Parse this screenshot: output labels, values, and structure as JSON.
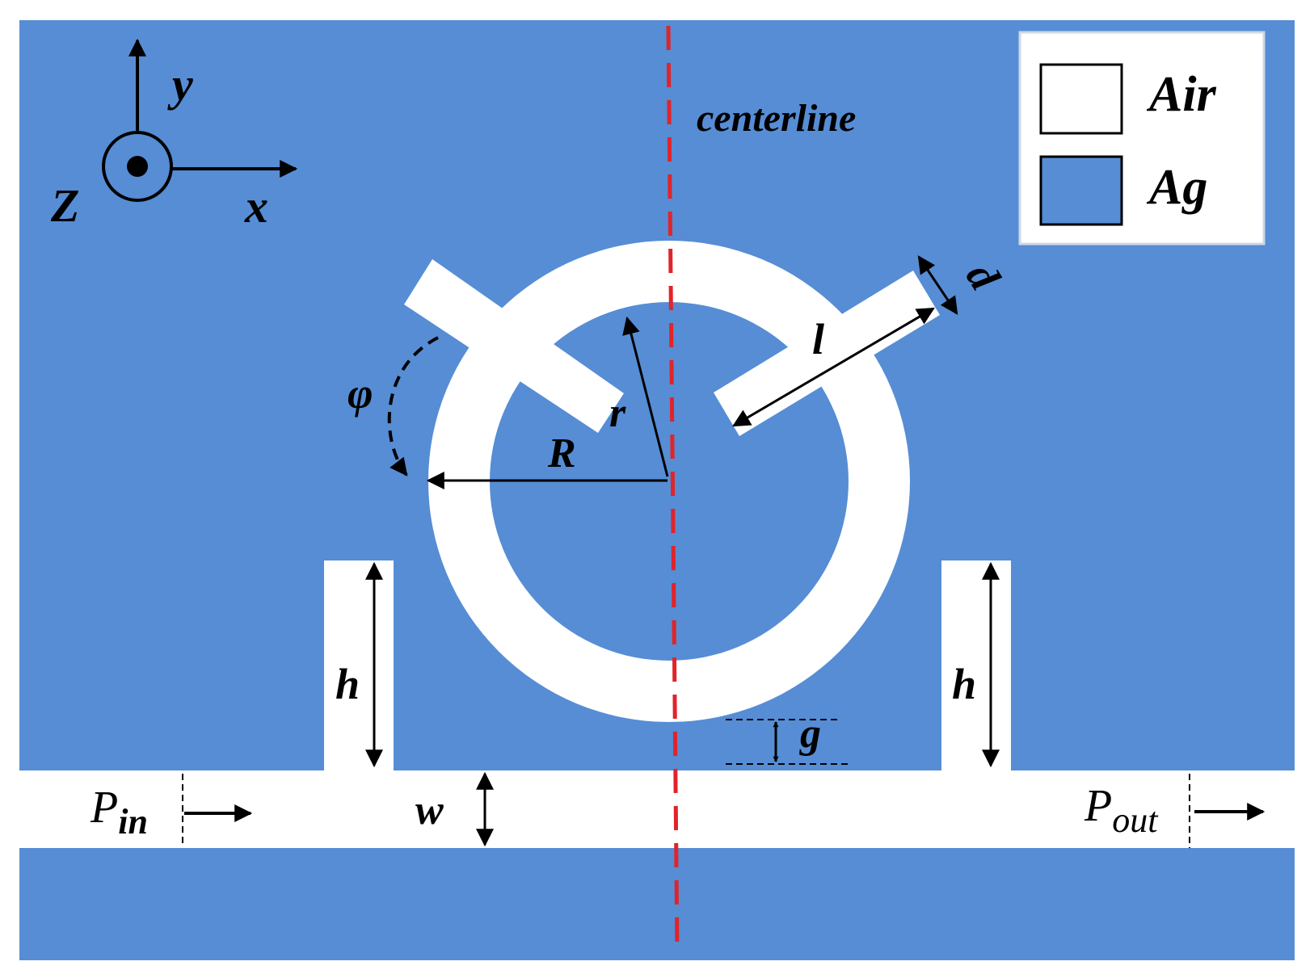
{
  "labels": {
    "centerline": "centerline",
    "axis_x": "x",
    "axis_y": "y",
    "axis_z": "Z",
    "outer_radius": "R",
    "inner_radius": "r",
    "angle": "φ",
    "stub_length": "l",
    "stub_width": "d",
    "baffle_height_left": "h",
    "baffle_height_right": "h",
    "gap": "g",
    "waveguide_width": "w",
    "port_in_main": "P",
    "port_in_sub": "in",
    "port_out_main": "P",
    "port_out_sub": "out"
  },
  "legend": {
    "items": [
      {
        "label": "Air",
        "color": "#ffffff"
      },
      {
        "label": "Ag",
        "color": "#568dd5"
      }
    ]
  },
  "colors": {
    "metal": "#568dd5",
    "air": "#ffffff",
    "centerline": "#e0242a",
    "annotation": "#000000"
  }
}
